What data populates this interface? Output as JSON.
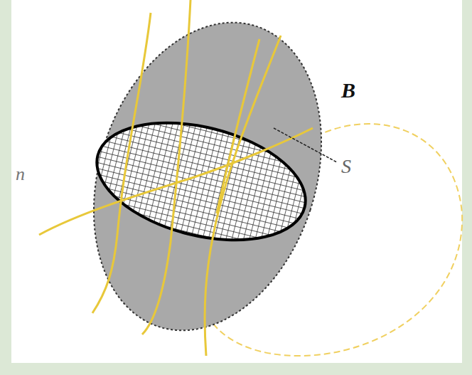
{
  "diagram": {
    "labels": [
      "B",
      "S",
      "n"
    ]
  }
}
